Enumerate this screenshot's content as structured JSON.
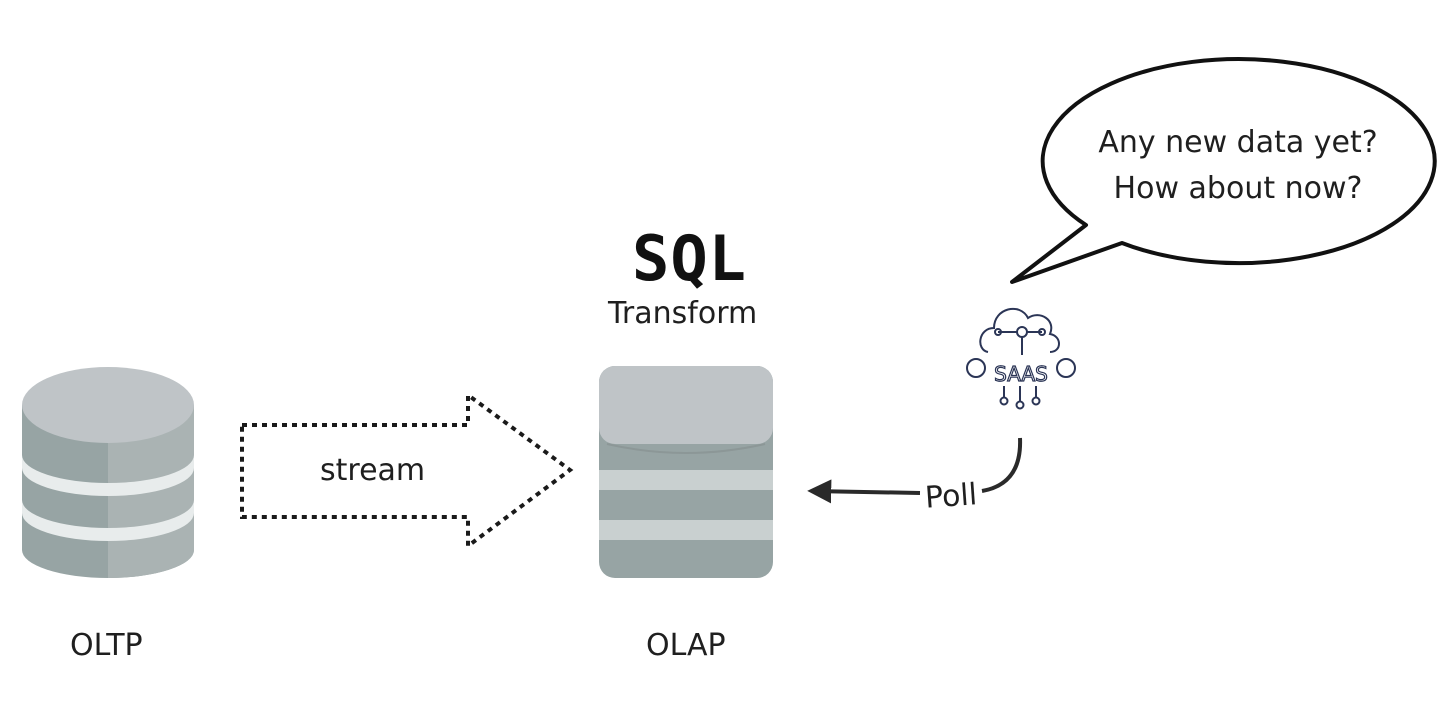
{
  "oltp": {
    "label": "OLTP"
  },
  "olap": {
    "label": "OLAP"
  },
  "sql": {
    "title": "SQL",
    "subtitle": "Transform"
  },
  "stream": {
    "label": "stream"
  },
  "poll": {
    "label": "Poll"
  },
  "saas": {
    "icon_text": "SAAS"
  },
  "speech_bubble": {
    "line1": "Any new data yet?",
    "line2": "How about now?"
  },
  "colors": {
    "db_light": "#bfc4c7",
    "db_dark": "#97a4a4",
    "db_stripe": "#e8ecec",
    "text": "#1f1f1f",
    "icon_navy": "#2b3556"
  }
}
